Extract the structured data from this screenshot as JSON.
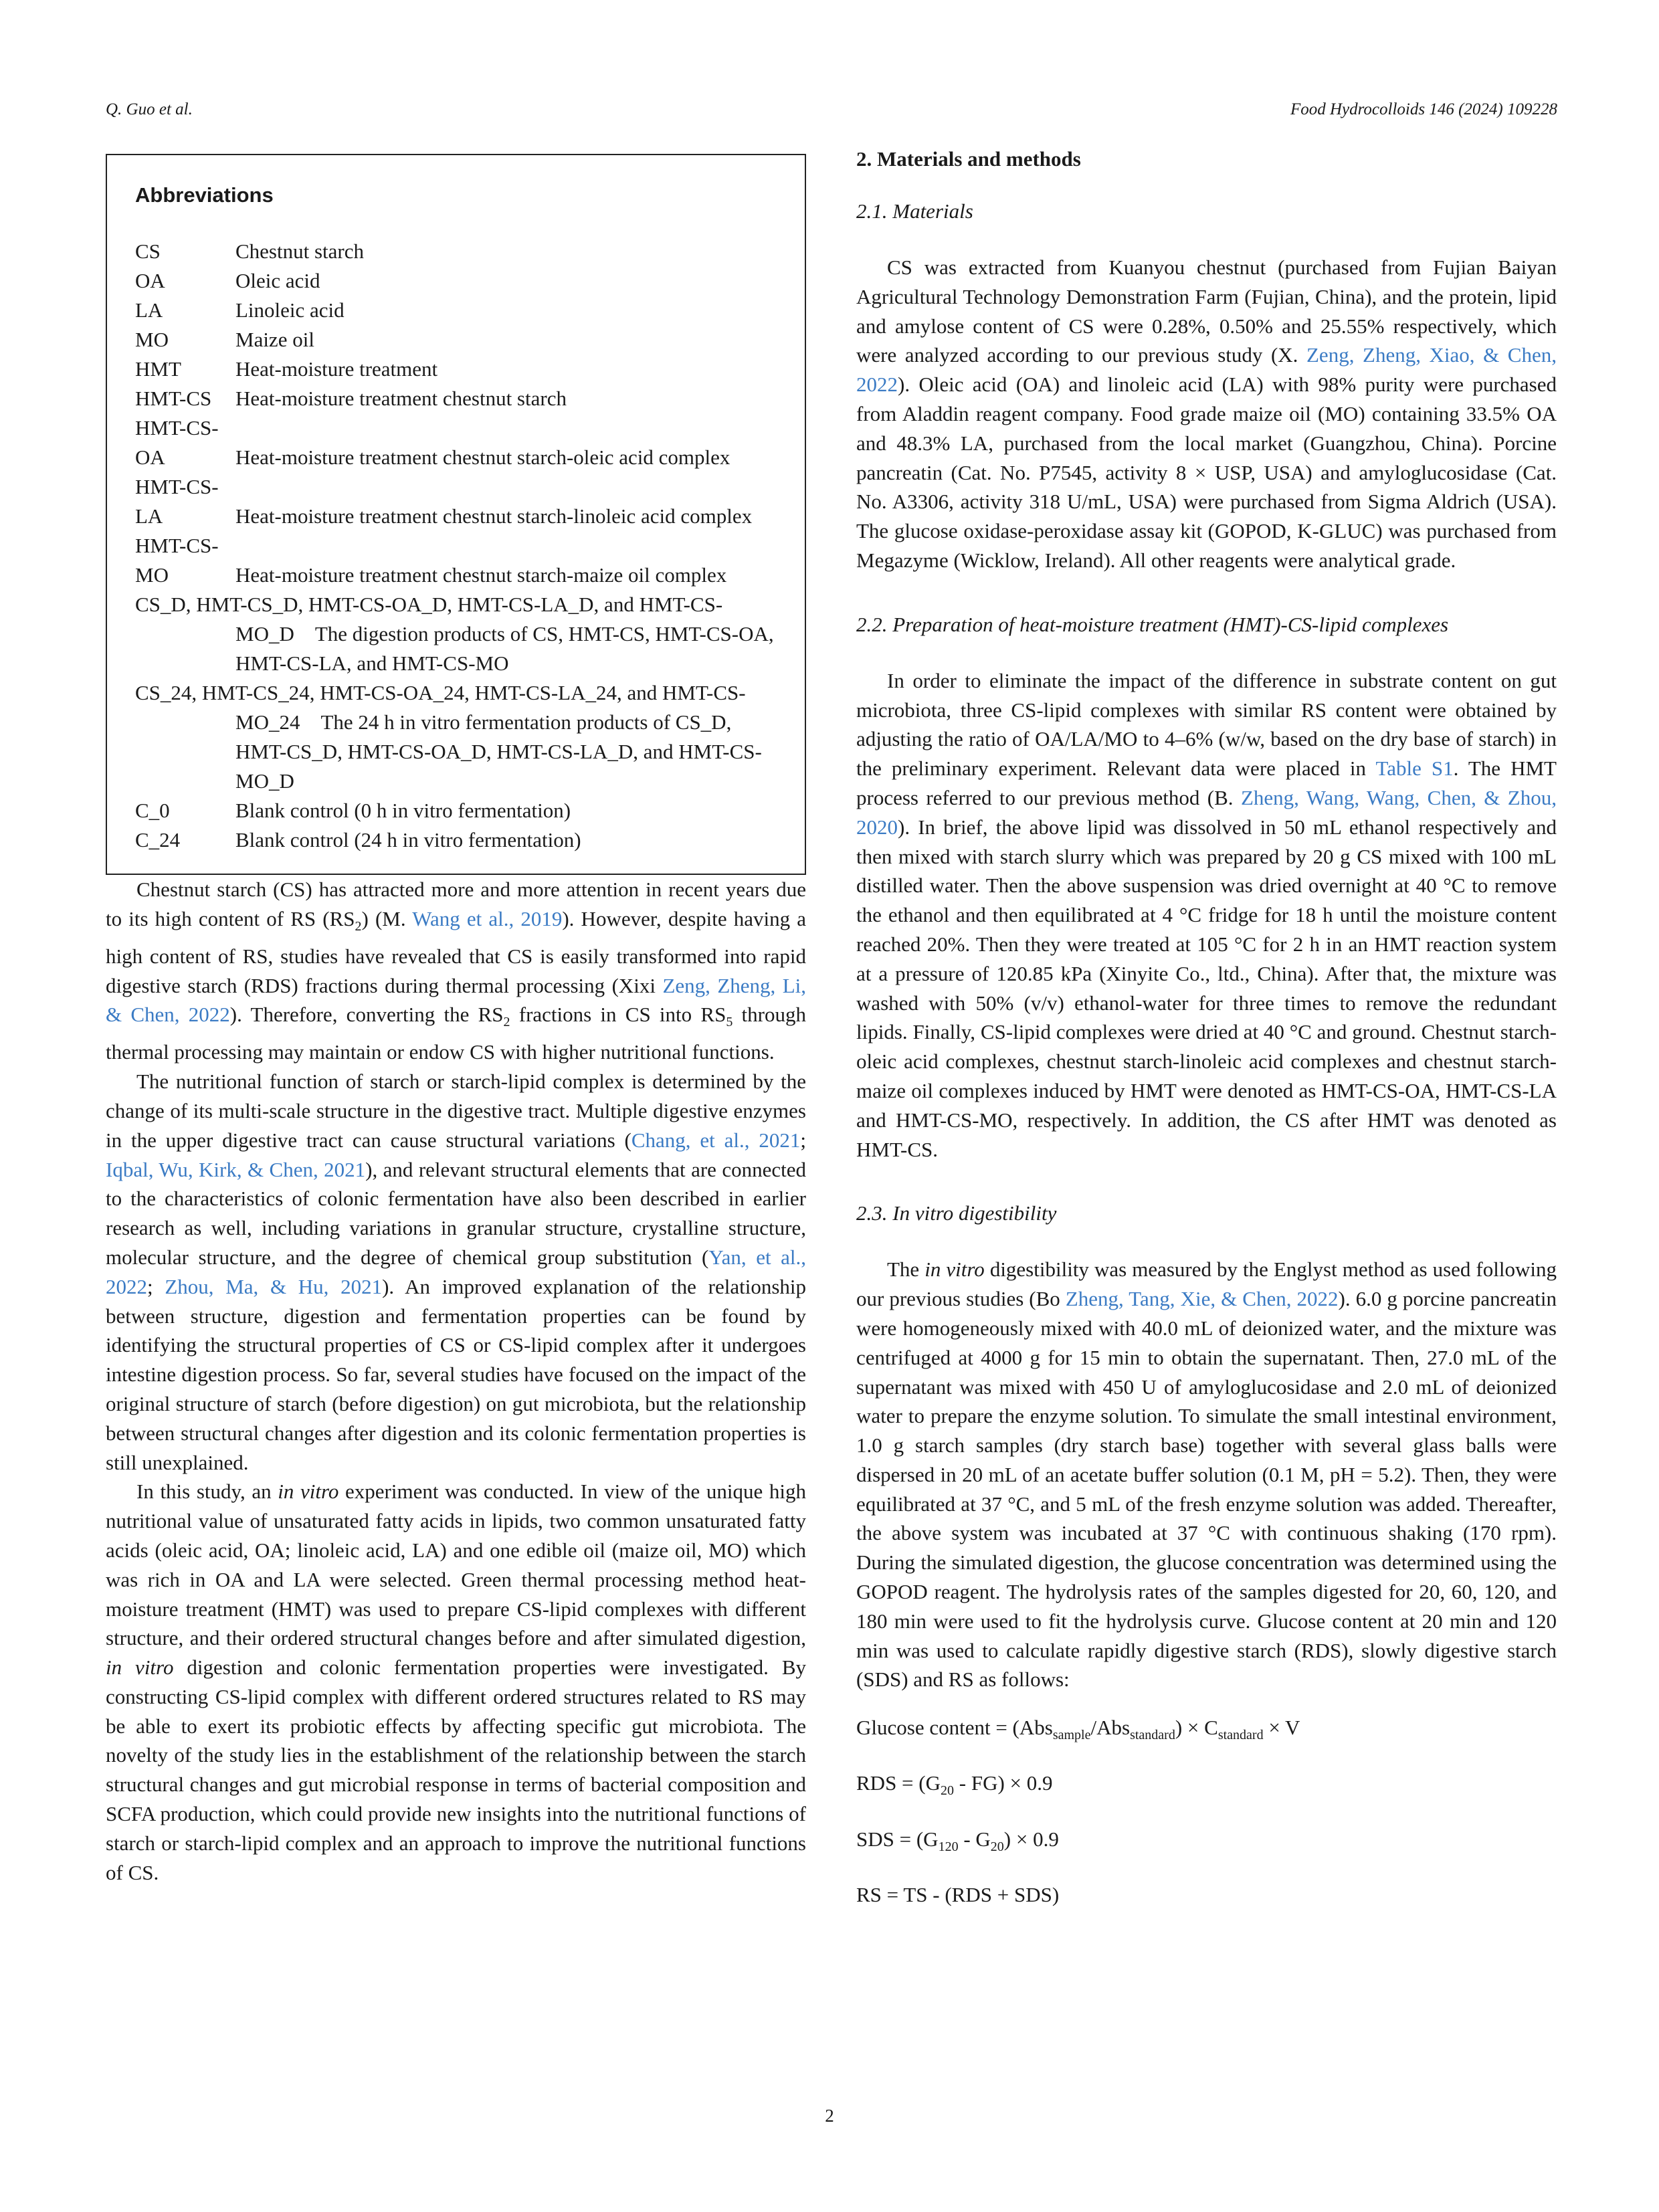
{
  "header": {
    "left": "Q. Guo et al.",
    "right": "Food Hydrocolloids 146 (2024) 109228"
  },
  "abbreviations": {
    "title": "Abbreviations",
    "items": [
      {
        "term": "CS",
        "def": "Chestnut starch"
      },
      {
        "term": "OA",
        "def": "Oleic acid"
      },
      {
        "term": "LA",
        "def": "Linoleic acid"
      },
      {
        "term": "MO",
        "def": "Maize oil"
      },
      {
        "term": "HMT",
        "def": "Heat-moisture treatment"
      },
      {
        "term": "HMT-CS",
        "def": "Heat-moisture treatment chestnut starch"
      },
      {
        "term": "HMT-CS-OA",
        "def": "Heat-moisture treatment chestnut starch-oleic acid complex"
      },
      {
        "term": "HMT-CS-LA",
        "def": "Heat-moisture treatment chestnut starch-linoleic acid complex"
      },
      {
        "term": "HMT-CS-MO",
        "def": "Heat-moisture treatment chestnut starch-maize oil complex"
      },
      {
        "term": "CS_D, HMT-CS_D, HMT-CS-OA_D, HMT-CS-LA_D, and HMT-CS-MO_D",
        "def": "The digestion products of CS, HMT-CS, HMT-CS-OA, HMT-CS-LA, and HMT-CS-MO"
      },
      {
        "term": "CS_24, HMT-CS_24, HMT-CS-OA_24, HMT-CS-LA_24, and HMT-CS-MO_24",
        "def": "The 24 h in vitro fermentation products of CS_D, HMT-CS_D, HMT-CS-OA_D, HMT-CS-LA_D, and HMT-CS-MO_D"
      },
      {
        "term": "C_0",
        "def": "Blank control (0 h in vitro fermentation)"
      },
      {
        "term": "C_24",
        "def": "Blank control (24 h in vitro fermentation)"
      }
    ]
  },
  "left_column": {
    "p1_a": "Chestnut starch (CS) has attracted more and more attention in recent years due to its high content of RS (RS",
    "p1_sub1": "2",
    "p1_b": ") (M. ",
    "p1_cite1": "Wang et al., 2019",
    "p1_c": "). However, despite having a high content of RS, studies have revealed that CS is easily transformed into rapid digestive starch (RDS) fractions during thermal processing (Xixi ",
    "p1_cite2": "Zeng, Zheng, Li, & Chen, 2022",
    "p1_d": "). Therefore, converting the RS",
    "p1_sub2": "2",
    "p1_e": " fractions in CS into RS",
    "p1_sub3": "5",
    "p1_f": " through thermal processing may maintain or endow CS with higher nutritional functions.",
    "p2_a": "The nutritional function of starch or starch-lipid complex is determined by the change of its multi-scale structure in the digestive tract. Multiple digestive enzymes in the upper digestive tract can cause structural variations (",
    "p2_cite1": "Chang, et al., 2021",
    "p2_b": "; ",
    "p2_cite2": "Iqbal, Wu, Kirk, & Chen, 2021",
    "p2_c": "), and relevant structural elements that are connected to the characteristics of colonic fermentation have also been described in earlier research as well, including variations in granular structure, crystalline structure, molecular structure, and the degree of chemical group substitution (",
    "p2_cite3": "Yan, et al., 2022",
    "p2_d": "; ",
    "p2_cite4": "Zhou, Ma, & Hu, 2021",
    "p2_e": "). An improved explanation of the relationship between structure, digestion and fermentation properties can be found by identifying the structural properties of CS or CS-lipid complex after it undergoes intestine digestion process. So far, several studies have focused on the impact of the original structure of starch (before digestion) on gut microbiota, but the relationship between structural changes after digestion and its colonic fermentation properties is still unexplained.",
    "p3_a": "In this study, an ",
    "p3_i1": "in vitro",
    "p3_b": " experiment was conducted. In view of the unique high nutritional value of unsaturated fatty acids in lipids, two common unsaturated fatty acids (oleic acid, OA; linoleic acid, LA) and one edible oil (maize oil, MO) which was rich in OA and LA were selected. Green thermal processing method heat-moisture treatment (HMT) was used to prepare CS-lipid complexes with different structure, and their ordered structural changes before and after simulated digestion, ",
    "p3_i2": "in vitro",
    "p3_c": " digestion and colonic fermentation properties were investigated. By constructing CS-lipid complex with different ordered structures related to RS may be able to exert its probiotic effects by affecting specific gut microbiota. The novelty of the study lies in the establishment of the relationship between the starch structural changes and gut microbial response in terms of bacterial composition and SCFA production, which could provide new insights into the nutritional functions of starch or starch-lipid complex and an approach to improve the nutritional functions of CS."
  },
  "right_column": {
    "sec2": "2.  Materials and methods",
    "sec21": "2.1.  Materials",
    "s21_a": "CS was extracted from Kuanyou chestnut (purchased from Fujian Baiyan Agricultural Technology Demonstration Farm (Fujian, China), and the protein, lipid and amylose content of CS were 0.28%, 0.50% and 25.55% respectively, which were analyzed according to our previous study (X. ",
    "s21_cite": "Zeng, Zheng, Xiao, & Chen, 2022",
    "s21_b": "). Oleic acid (OA) and linoleic acid (LA) with 98% purity were purchased from Aladdin reagent company. Food grade maize oil (MO) containing 33.5% OA and 48.3% LA, purchased from the local market (Guangzhou, China). Porcine pancreatin (Cat. No. P7545, activity 8 × USP, USA) and amyloglucosidase (Cat. No. A3306, activity 318 U/mL, USA) were purchased from Sigma Aldrich (USA). The glucose oxidase-peroxidase assay kit (GOPOD, K-GLUC) was purchased from Megazyme (Wicklow, Ireland). All other reagents were analytical grade.",
    "sec22": "2.2.  Preparation of heat-moisture treatment (HMT)-CS-lipid complexes",
    "s22_a": "In order to eliminate the impact of the difference in substrate content on gut microbiota, three CS-lipid complexes with similar RS content were obtained by adjusting the ratio of OA/LA/MO to 4–6% (w/w, based on the dry base of starch) in the preliminary experiment. Relevant data were placed in ",
    "s22_cite1": "Table S1",
    "s22_b": ". The HMT process referred to our previous method (B. ",
    "s22_cite2": "Zheng, Wang, Wang, Chen, & Zhou, 2020",
    "s22_c": "). In brief, the above lipid was dissolved in 50 mL ethanol respectively and then mixed with starch slurry which was prepared by 20 g CS mixed with 100 mL distilled water. Then the above suspension was dried overnight at 40 °C to remove the ethanol and then equilibrated at 4 °C fridge for 18 h until the moisture content reached 20%. Then they were treated at 105 °C for 2 h in an HMT reaction system at a pressure of 120.85 kPa (Xinyite Co., ltd., China). After that, the mixture was washed with 50% (v/v) ethanol-water for three times to remove the redundant lipids. Finally, CS-lipid complexes were dried at 40 °C and ground. Chestnut starch-oleic acid complexes, chestnut starch-linoleic acid complexes and chestnut starch-maize oil complexes induced by HMT were denoted as HMT-CS-OA, HMT-CS-LA and HMT-CS-MO, respectively. In addition, the CS after HMT was denoted as HMT-CS.",
    "sec23": "2.3.  In vitro digestibility",
    "s23_a": "The ",
    "s23_i": "in vitro",
    "s23_b": " digestibility was measured by the Englyst method as used following our previous studies (Bo ",
    "s23_cite": "Zheng, Tang, Xie, & Chen, 2022",
    "s23_c": "). 6.0 g porcine pancreatin were homogeneously mixed with 40.0 mL of deionized water, and the mixture was centrifuged at 4000 g for 15 min to obtain the supernatant. Then, 27.0 mL of the supernatant was mixed with 450 U of amyloglucosidase and 2.0 mL of deionized water to prepare the enzyme solution. To simulate the small intestinal environment, 1.0 g starch samples (dry starch base) together with several glass balls were dispersed in 20 mL of an acetate buffer solution (0.1 M, pH = 5.2). Then, they were equilibrated at 37 °C, and 5 mL of the fresh enzyme solution was added. Thereafter, the above system was incubated at 37 °C with continuous shaking (170 rpm). During the simulated digestion, the glucose concentration was determined using the GOPOD reagent. The hydrolysis rates of the samples digested for 20, 60, 120, and 180 min were used to fit the hydrolysis curve. Glucose content at 20 min and 120 min was used to calculate rapidly digestive starch (RDS), slowly digestive starch (SDS) and RS as follows:",
    "eq1_a": "Glucose content = (Abs",
    "eq1_s1": "sample",
    "eq1_b": "/Abs",
    "eq1_s2": "standard",
    "eq1_c": ") × C",
    "eq1_s3": "standard",
    "eq1_d": " × V",
    "eq2_a": "RDS = (G",
    "eq2_s1": "20",
    "eq2_b": " - FG) × 0.9",
    "eq3_a": "SDS = (G",
    "eq3_s1": "120",
    "eq3_b": " - G",
    "eq3_s2": "20",
    "eq3_c": ") × 0.9",
    "eq4": "RS = TS - (RDS + SDS)"
  },
  "footer": {
    "page_number": "2"
  },
  "colors": {
    "link": "#3b7bc4",
    "text": "#1a1a1a"
  }
}
